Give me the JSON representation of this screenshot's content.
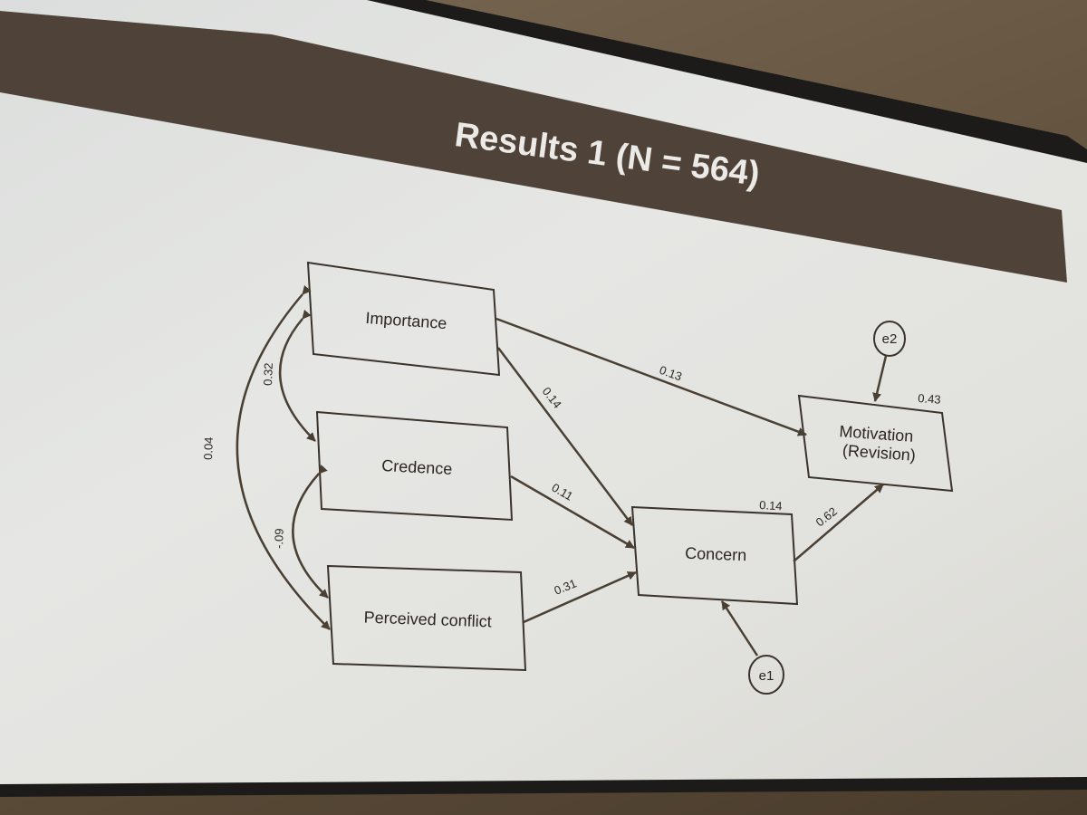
{
  "slide": {
    "title": "Results 1 (N = 564)"
  },
  "nodes": {
    "importance": "Importance",
    "credence": "Credence",
    "perceived_conflict": "Perceived conflict",
    "concern": "Concern",
    "motivation_line1": "Motivation",
    "motivation_line2": "(Revision)"
  },
  "error_terms": {
    "e1": "e1",
    "e2": "e2"
  },
  "r_squared": {
    "concern": "0.14",
    "motivation": "0.43"
  },
  "paths": {
    "importance_to_motivation": "0.13",
    "importance_to_concern": "0.14",
    "credence_to_concern": "0.11",
    "conflict_to_concern": "0.31",
    "concern_to_motivation": "0.62"
  },
  "correlations": {
    "importance_credence": "0.32",
    "importance_conflict": "0.04",
    "credence_conflict": "-.09"
  },
  "colors": {
    "band": "#4f4339",
    "arrow": "#4a3f33",
    "box_stroke": "#3a332c"
  }
}
